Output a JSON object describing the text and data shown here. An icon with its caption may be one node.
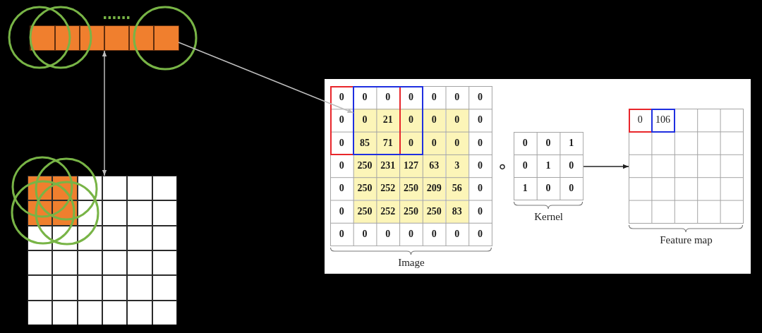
{
  "diagram": {
    "nodes": [
      {
        "text": [],
        "shape": "bar"
      },
      {
        "text": [],
        "shape": "box",
        "in": 0
      },
      {
        "text": [],
        "shape": "box",
        "in": 0
      },
      {
        "text": [],
        "shape": "box",
        "in": 0
      },
      {
        "text": [],
        "shape": "box",
        "in": 0
      },
      {
        "text": [],
        "shape": "box",
        "in": 0
      },
      {
        "text": [],
        "shape": "box",
        "in": 0
      },
      {
        "text": [],
        "shape": "box"
      },
      {
        "text": [],
        "shape": "box"
      },
      {
        "text": [
          "Image"
        ],
        "in": 8
      },
      {
        "text": [
          "0"
        ],
        "in": 9
      },
      {
        "text": [
          "Kernel"
        ],
        "in": 8
      },
      {
        "text": [
          "Feature map"
        ],
        "in": 8
      }
    ],
    "edges": [
      {
        "from": 0,
        "to": 7,
        "arrow": "both"
      },
      {
        "from": 6,
        "to": 10,
        "arrow": "to"
      },
      {
        "from": 11,
        "to": 12,
        "arrow": "to",
        "color": "#222222"
      }
    ],
    "labels": [
      "0",
      "0",
      "0",
      "0",
      "0",
      "0",
      "0",
      "0",
      "21",
      "0",
      "0",
      "0",
      "0",
      "0",
      "85",
      "71",
      "0",
      "0",
      "0",
      "0",
      "0",
      "250",
      "231",
      "127",
      "63",
      "3",
      "0",
      "0",
      "250",
      "252",
      "250",
      "209",
      "56",
      "0",
      "0",
      "250",
      "252",
      "250",
      "250",
      "83",
      "0",
      "0",
      "0",
      "0",
      "0",
      "0",
      "0",
      "0",
      "∘",
      "0",
      "0",
      "1",
      "0",
      "1",
      "0",
      "1",
      "0",
      "0",
      "0",
      "106"
    ]
  }
}
